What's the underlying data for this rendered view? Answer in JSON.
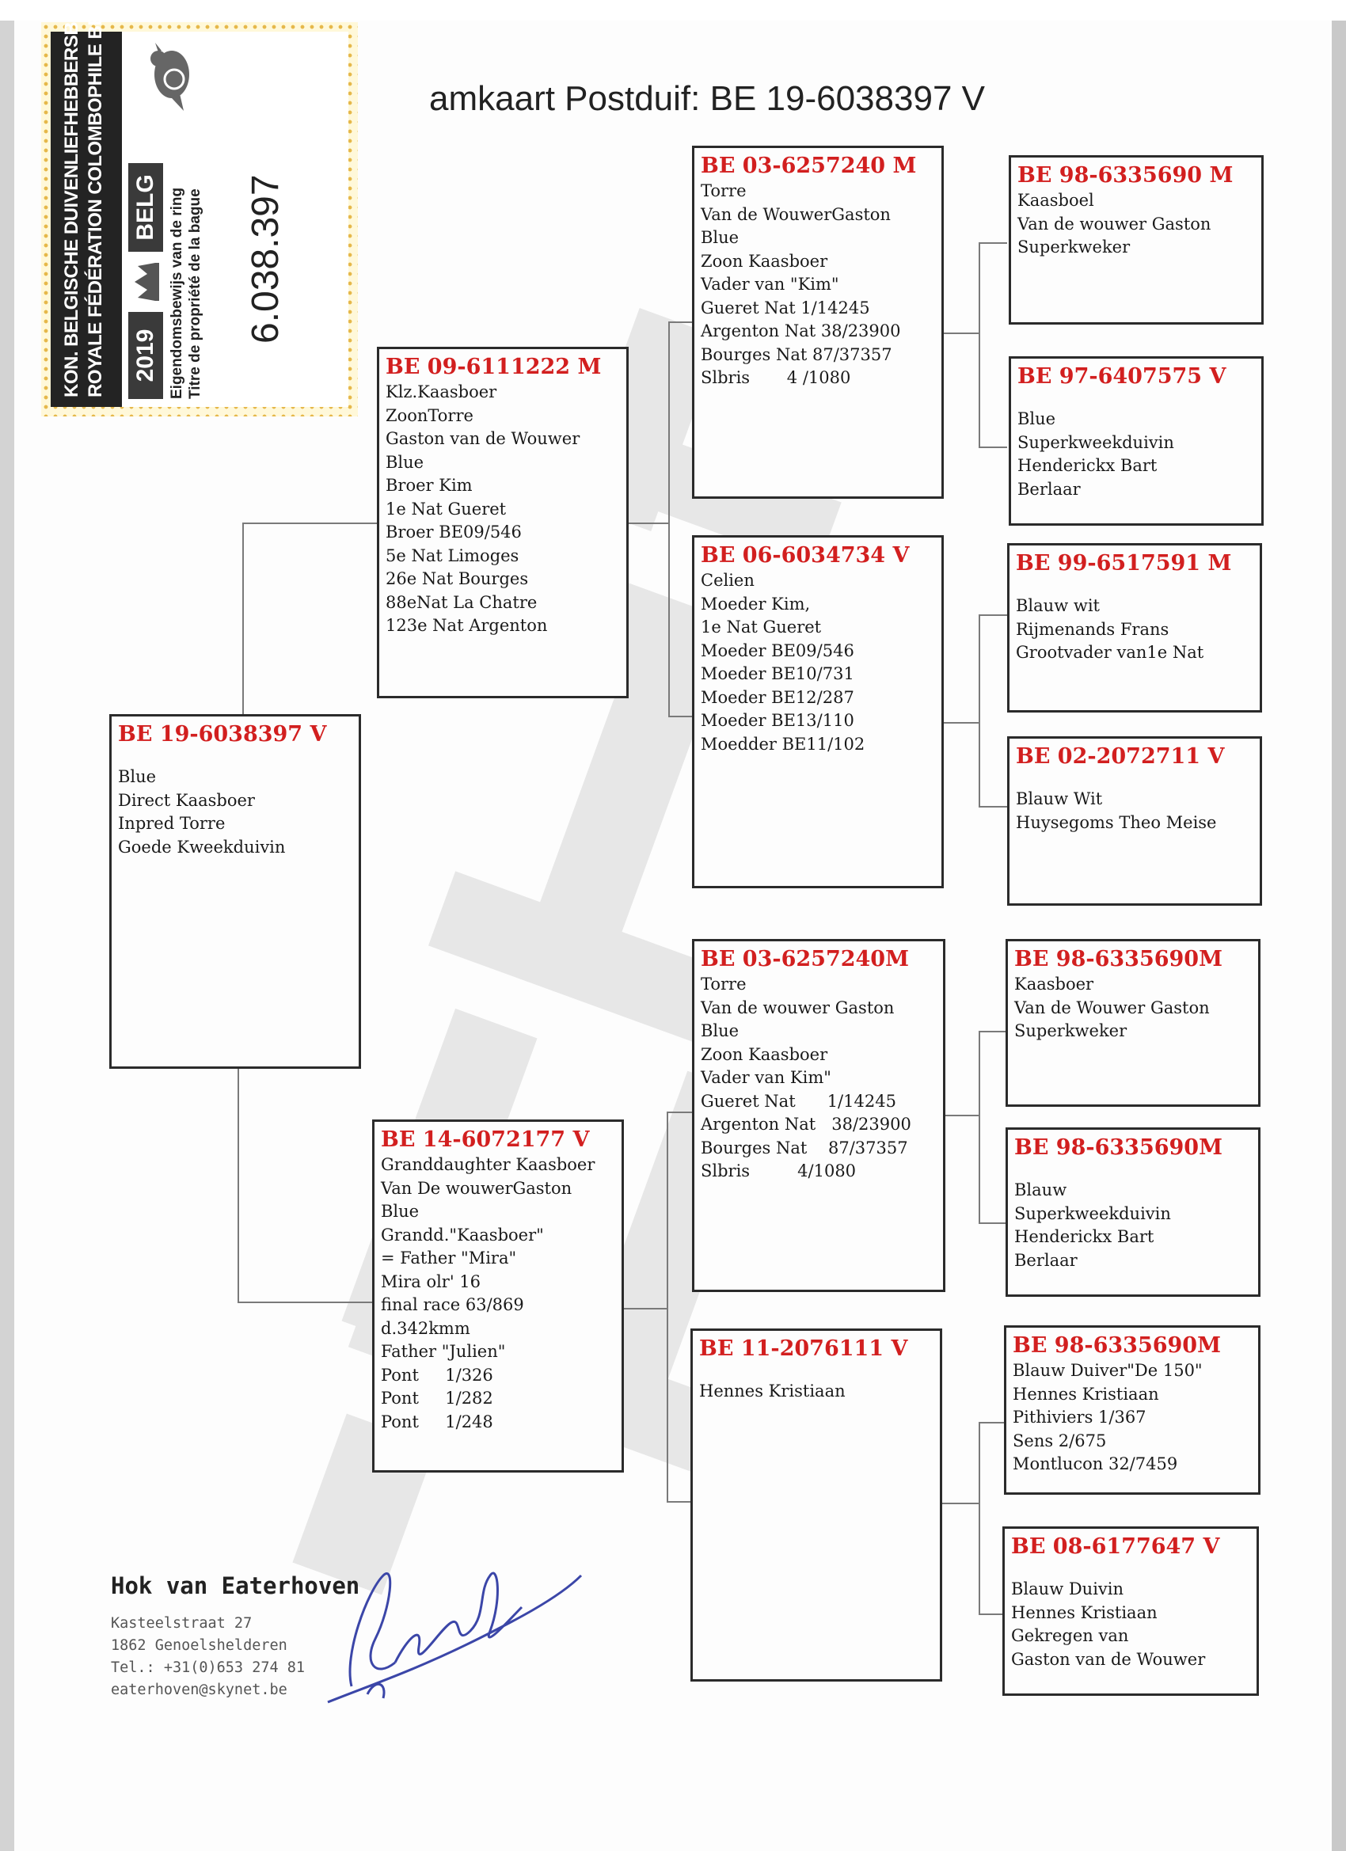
{
  "title": "amkaart Postduif: BE 19-6038397 V",
  "stamp": {
    "band_line1": "KON. BELGISCHE DUIVENLIEFHEBBERSBOND",
    "band_line2": "ROYALE FÉDÉRATION COLOMBOPHILE BELGE",
    "year": "2019",
    "country": "BELG",
    "doc_line1": "Eigendomsbewijs van de ring",
    "doc_line2": "Titre de propriété de la bague",
    "ring_number": "6.038.397"
  },
  "subject": {
    "ring": "BE 19-6038397 V",
    "lines": [
      "Blue",
      "Direct Kaasboer",
      "Inpred Torre",
      "Goede Kweekduivin"
    ]
  },
  "sire": {
    "ring": "BE 09-6111222 M",
    "lines": [
      "Klz.Kaasboer",
      "ZoonTorre",
      "Gaston van de Wouwer",
      "Blue",
      "Broer Kim",
      "1e Nat Gueret",
      "Broer BE09/546",
      "5e Nat Limoges",
      "26e Nat Bourges",
      "88eNat La Chatre",
      "123e Nat Argenton"
    ]
  },
  "dam": {
    "ring": "BE 14-6072177 V",
    "lines": [
      "Granddaughter Kaasboer",
      "Van De wouwerGaston",
      "Blue",
      "Grandd.\"Kaasboer\"",
      "= Father \"Mira\"",
      "Mira olr' 16",
      "final race 63/869",
      "d.342kmm",
      "Father \"Julien\"",
      "Pont     1/326",
      "Pont     1/282",
      "Pont     1/248"
    ]
  },
  "sire_sire": {
    "ring": "BE  03-6257240 M",
    "lines": [
      "Torre",
      "Van de WouwerGaston",
      "Blue",
      "Zoon Kaasboer",
      "Vader van \"Kim\"",
      "Gueret Nat 1/14245",
      "Argenton Nat 38/23900",
      "Bourges Nat 87/37357",
      "Slbris       4 /1080"
    ]
  },
  "sire_dam": {
    "ring": "BE 06-6034734 V",
    "lines": [
      "Celien",
      "Moeder Kim,",
      "1e Nat Gueret",
      "Moeder BE09/546",
      "Moeder BE10/731",
      "Moeder BE12/287",
      "Moeder BE13/110",
      "Moedder BE11/102"
    ]
  },
  "dam_sire": {
    "ring": "BE  03-6257240M",
    "lines": [
      "Torre",
      "Van de wouwer Gaston",
      "Blue",
      "Zoon Kaasboer",
      "Vader van Kim\"",
      "Gueret Nat      1/14245",
      "Argenton Nat   38/23900",
      "Bourges Nat    87/37357",
      "Slbris         4/1080"
    ]
  },
  "dam_dam": {
    "ring": "BE 11-2076111 V",
    "lines": [
      "Hennes Kristiaan"
    ]
  },
  "gg1": {
    "ring": "BE  98-6335690 M",
    "lines": [
      "Kaasboel",
      "Van de wouwer Gaston",
      "Superkweker"
    ]
  },
  "gg2": {
    "ring": "BE 97-6407575 V",
    "lines": [
      "Blue",
      "Superkweekduivin",
      "Henderickx Bart",
      "Berlaar"
    ]
  },
  "gg3": {
    "ring": "BE  99-6517591 M",
    "lines": [
      "Blauw wit",
      "Rijmenands Frans",
      "Grootvader van1e Nat"
    ]
  },
  "gg4": {
    "ring": "BE  02-2072711 V",
    "lines": [
      "Blauw Wit",
      "Huysegoms Theo Meise"
    ]
  },
  "gg5": {
    "ring": "BE 98-6335690M",
    "lines": [
      "Kaasboer",
      "Van de Wouwer Gaston",
      "Superkweker"
    ]
  },
  "gg6": {
    "ring": "BE 98-6335690M",
    "lines": [
      "Blauw",
      "Superkweekduivin",
      "Henderickx Bart",
      "Berlaar"
    ]
  },
  "gg7": {
    "ring": "BE 98-6335690M",
    "lines": [
      "Blauw Duiver\"De 150\"",
      "Hennes Kristiaan",
      "Pithiviers 1/367",
      "Sens 2/675",
      "Montlucon 32/7459"
    ]
  },
  "gg8": {
    "ring": "BE  08-6177647 V",
    "lines": [
      "Blauw Duivin",
      "Hennes Kristiaan",
      "Gekregen van",
      "Gaston van de Wouwer"
    ]
  },
  "footer": {
    "name": "Hok van Eaterhoven",
    "address": "Kasteelstraat 27",
    "city": "1862 Genoelshelderen",
    "phone": "Tel.: +31(0)653 274 81",
    "email": "eaterhoven@skynet.be"
  },
  "colors": {
    "ring": "#d21f1f",
    "border": "#2b2b2b",
    "stamp_dots": "#e6b84a"
  }
}
